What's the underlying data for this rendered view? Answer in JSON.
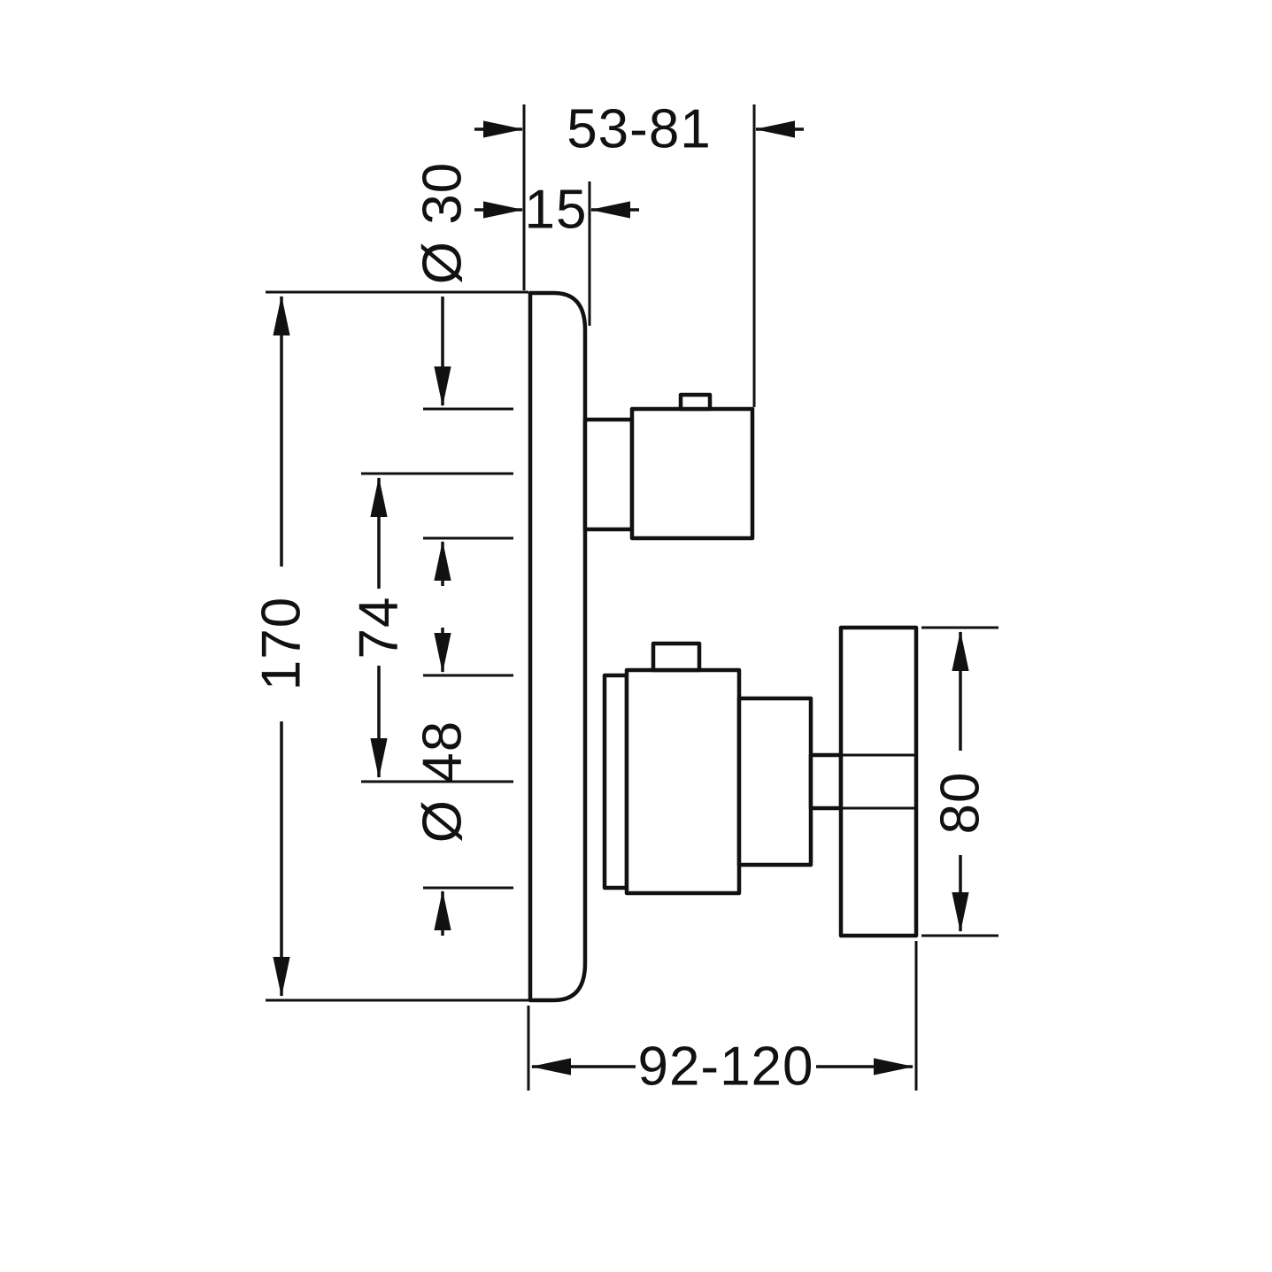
{
  "colors": {
    "line": "#111111",
    "background": "#ffffff"
  },
  "labels": {
    "protrusion_range": "53-81",
    "plate_thickness": "15",
    "thermostat_handle_diameter": "Ø 30",
    "plate_height": "170",
    "handle_axis_spacing": "74",
    "volume_unit_diameter": "Ø 48",
    "cross_handle_length": "80",
    "installation_depth_range": "92-120"
  }
}
